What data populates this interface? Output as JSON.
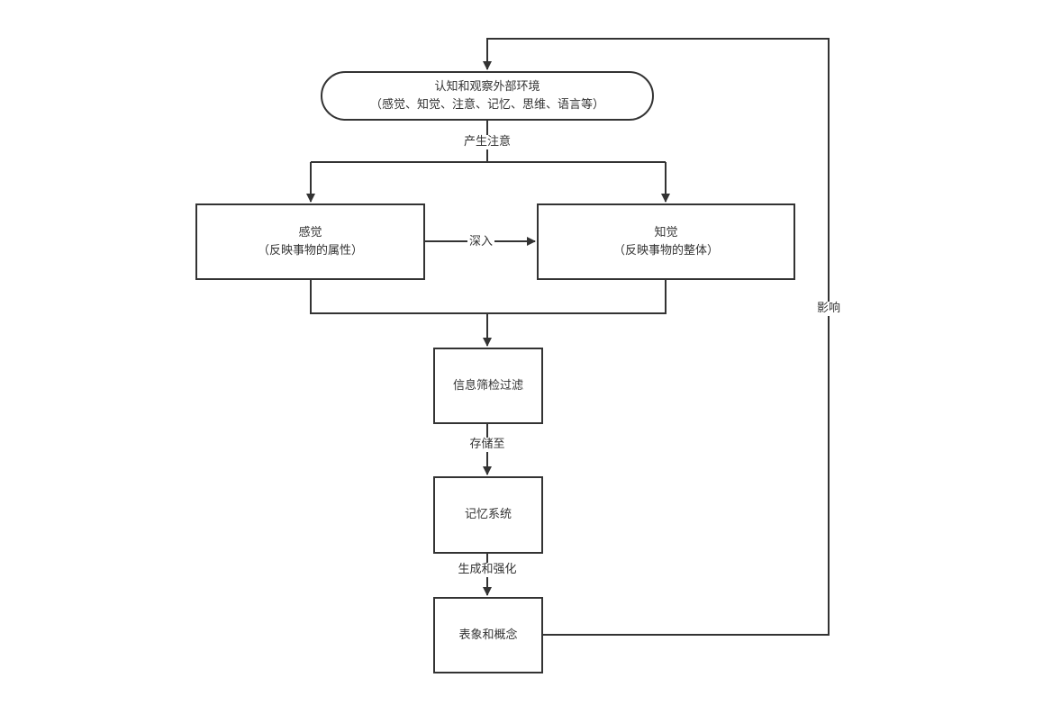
{
  "nodes": {
    "environment": {
      "line1": "认知和观察外部环境",
      "line2": "（感觉、知觉、注意、记忆、思维、语言等）"
    },
    "sensation": {
      "line1": "感觉",
      "line2": "（反映事物的属性）"
    },
    "perception": {
      "line1": "知觉",
      "line2": "（反映事物的整体）"
    },
    "filter": {
      "line1": "信息筛检过滤"
    },
    "memory": {
      "line1": "记忆系统"
    },
    "concept": {
      "line1": "表象和概念"
    }
  },
  "edges": {
    "attention": "产生注意",
    "deepen": "深入",
    "store": "存储至",
    "generate": "生成和强化",
    "influence": "影响"
  },
  "colors": {
    "stroke": "#333333",
    "background": "#ffffff"
  }
}
